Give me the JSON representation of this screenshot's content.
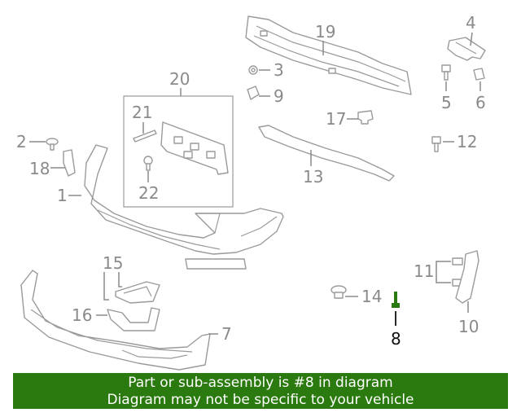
{
  "callouts": {
    "c1": "1",
    "c2": "2",
    "c3": "3",
    "c4": "4",
    "c5": "5",
    "c6": "6",
    "c7": "7",
    "c8": "8",
    "c9": "9",
    "c10": "10",
    "c11": "11",
    "c12": "12",
    "c13": "13",
    "c14": "14",
    "c15": "15",
    "c16": "16",
    "c17": "17",
    "c18": "18",
    "c19": "19",
    "c20": "20",
    "c21": "21",
    "c22": "22"
  },
  "highlight": {
    "part_number": "8",
    "color": "#2a7a0f"
  },
  "banner": {
    "line1": "Part or sub-assembly is #8 in diagram",
    "line2": "Diagram may not be specific to your vehicle",
    "background": "#2a7a0f",
    "text_color": "#ffffff"
  }
}
